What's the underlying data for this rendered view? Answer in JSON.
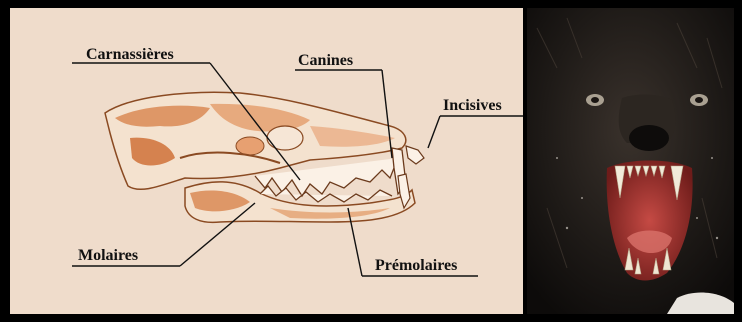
{
  "labels": {
    "carnassieres": "Carnassières",
    "canines": "Canines",
    "incisives": "Incisives",
    "molaires": "Molaires",
    "premolaires": "Prémolaires"
  },
  "colors": {
    "background": "#efdccb",
    "bone_shading": "#d98a55",
    "bone_light": "#f6e6d6",
    "frame": "#000000"
  }
}
